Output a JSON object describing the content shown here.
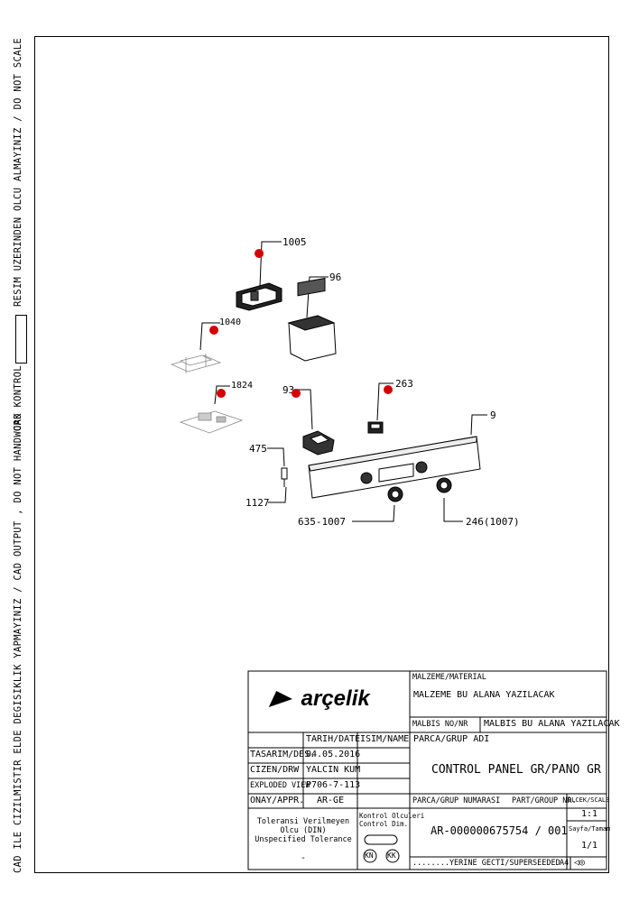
{
  "side_text": {
    "left_main": "CAD ILE CIZILMISTIR ELDE DEGISIKLIK YAPMAYINIZ / CAD OUTPUT , DO NOT HANDWORK",
    "right_cad": "CAD KONTROL",
    "right_scale": "RESIM UZERINDEN OLCU ALMAYINIZ / DO NOT SCALE"
  },
  "callouts": [
    "1005",
    "96",
    "1040",
    "1824",
    "93",
    "263",
    "9",
    "475",
    "1127",
    "635-1007",
    "246(1007)"
  ],
  "title_block": {
    "brand": "arçelik",
    "material_header": "MALZEME/MATERIAL",
    "material_value": "MALZEME BU ALANA YAZILACAK",
    "malbis_label": "MALBIS NO/NR",
    "malbis_value": "MALBIS BU ALANA YAZILACAK",
    "group_name_label": "PARCA/GRUP ADI",
    "group_name_value": "CONTROL PANEL GR/PANO GR",
    "date_header": "TARIH/DATE",
    "name_header": "ISIM/NAME",
    "rows": [
      {
        "label": "TASARIM/DES.",
        "date": "04.05.2016",
        "name": ""
      },
      {
        "label": "CIZEN/DRW",
        "date": "YALCIN KUM",
        "name": ""
      },
      {
        "label": "EXPLODED VIEW",
        "date": "P706-7-113",
        "name": ""
      },
      {
        "label": "ONAY/APPR.",
        "date": "AR-GE",
        "name": ""
      }
    ],
    "group_no_label": "PARCA/GRUP NUMARASI",
    "part_group_label": "PART/GROUP NR.",
    "group_no_value": "AR-000000675754 / 001",
    "scale_label": "OLCEK/SCALE",
    "scale_value": "1:1",
    "sheet_label": "Sayfa/Tamam",
    "sheet_value": "1/1",
    "tolerance_lines": [
      "Toleransi Verilmeyen",
      "Olcu (DIN)",
      "Unspecified Tolerance"
    ],
    "tolerance_value": "-",
    "control_lines": [
      "Kontrol Olculeri",
      "Control Dim."
    ],
    "kn": "KN",
    "kk": "KK",
    "superseded": "........YERINE GECTI/SUPERSEEDED",
    "paper": "A4"
  }
}
